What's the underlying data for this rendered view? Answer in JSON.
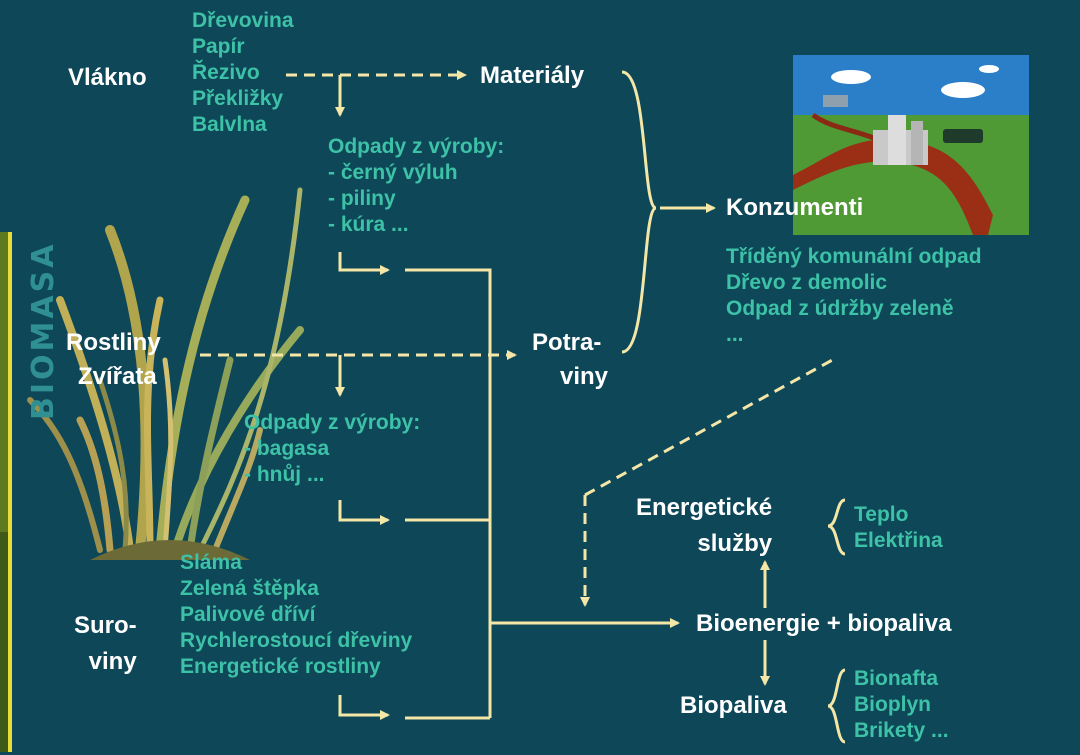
{
  "diagram": {
    "vertical_label": "BIOMASA",
    "vlakno": {
      "label": "Vlákno",
      "products": [
        "Dřevovina",
        "Papír",
        "Řezivo",
        "Překližky",
        "Balvlna"
      ]
    },
    "materialy": "Materiály",
    "odpady_vlakno": {
      "title": "Odpady z výroby:",
      "items": [
        "- černý výluh",
        "- piliny",
        "- kúra ..."
      ]
    },
    "rostliny": [
      "Rostliny",
      "Zvířata"
    ],
    "potraviny": [
      "Potra-",
      "viny"
    ],
    "odpady_rostliny": {
      "title": "Odpady z výroby:",
      "items": [
        "- bagasa",
        "- hnůj ..."
      ]
    },
    "konzumenti": {
      "label": "Konzumenti",
      "items": [
        "Tříděný komunální odpad",
        "Dřevo z demolic",
        "Odpad z údržby zeleně",
        "..."
      ]
    },
    "suroviny": {
      "label": [
        "Suro-",
        "viny"
      ],
      "items": [
        "Sláma",
        "Zelená štěpka",
        "Palivové dříví",
        "Rychlerostoucí dřeviny",
        "Energetické rostliny"
      ]
    },
    "energeticke_sluzby": {
      "label": [
        "Energetické",
        "služby"
      ],
      "items": [
        "Teplo",
        "Elektřina"
      ]
    },
    "bioenergie": "Bioenergie + biopaliva",
    "biopaliva": {
      "label": "Biopaliva",
      "items": [
        "Bionafta",
        "Bioplyn",
        "Brikety ..."
      ]
    }
  },
  "colors": {
    "background": "#0d4758",
    "label_white": "#ffffff",
    "list_green": "#3dc2a7",
    "arrow": "#f3e6a6",
    "vertical_text": "#2f8f93"
  },
  "icons": {
    "scene": "landscape-with-factory-illustration",
    "plants": "grass-reed-illustration"
  }
}
